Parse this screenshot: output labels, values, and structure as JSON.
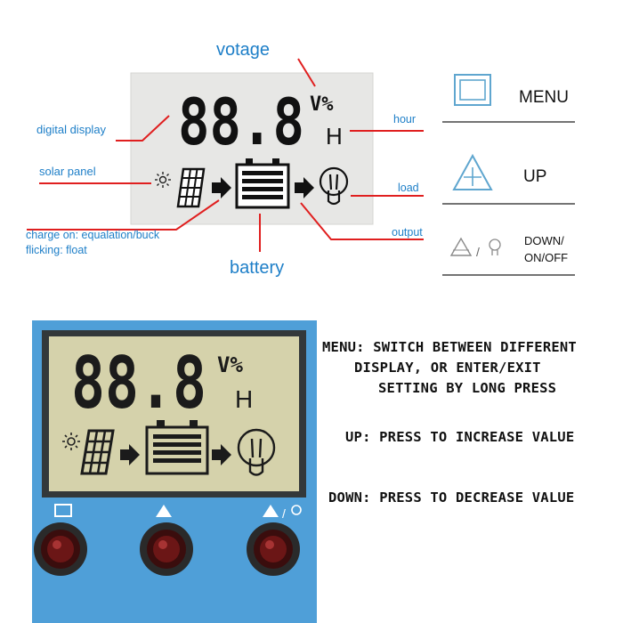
{
  "diagram": {
    "labels": {
      "voltage": "votage",
      "digital_display": "digital display",
      "hour": "hour",
      "solar_panel": "solar panel",
      "load": "load",
      "charge_on": "charge on: equalation/buck",
      "flicking": "flicking: float",
      "output": "output",
      "battery": "battery"
    },
    "lcd": {
      "digits": "88.8",
      "unit_top": "V%",
      "unit_bottom": "H"
    }
  },
  "buttons": [
    {
      "label": "MENU",
      "icon": "menu-square-icon"
    },
    {
      "label": "UP",
      "icon": "up-triangle-icon"
    },
    {
      "label": "DOWN/\nON/OFF",
      "label_line1": "DOWN/",
      "label_line2": "ON/OFF",
      "icon": "down-bulb-icon",
      "separator": "/"
    }
  ],
  "device": {
    "lcd": {
      "digits": "88.8",
      "unit_top": "V%",
      "unit_bottom": "H"
    }
  },
  "instructions": {
    "menu_line1": "MENU:  SWITCH BETWEEN DIFFERENT",
    "menu_line2": "DISPLAY, OR ENTER/EXIT",
    "menu_line3": "SETTING BY LONG PRESS",
    "up": "UP: PRESS TO INCREASE VALUE",
    "down": "DOWN: PRESS TO DECREASE VALUE"
  },
  "colors": {
    "label_blue": "#1e7fc8",
    "callout_red": "#e01f1f",
    "lcd_gray": "#e6e6e4",
    "device_blue": "#4f9fd8",
    "lcd_yellow": "#d6d3ac"
  }
}
